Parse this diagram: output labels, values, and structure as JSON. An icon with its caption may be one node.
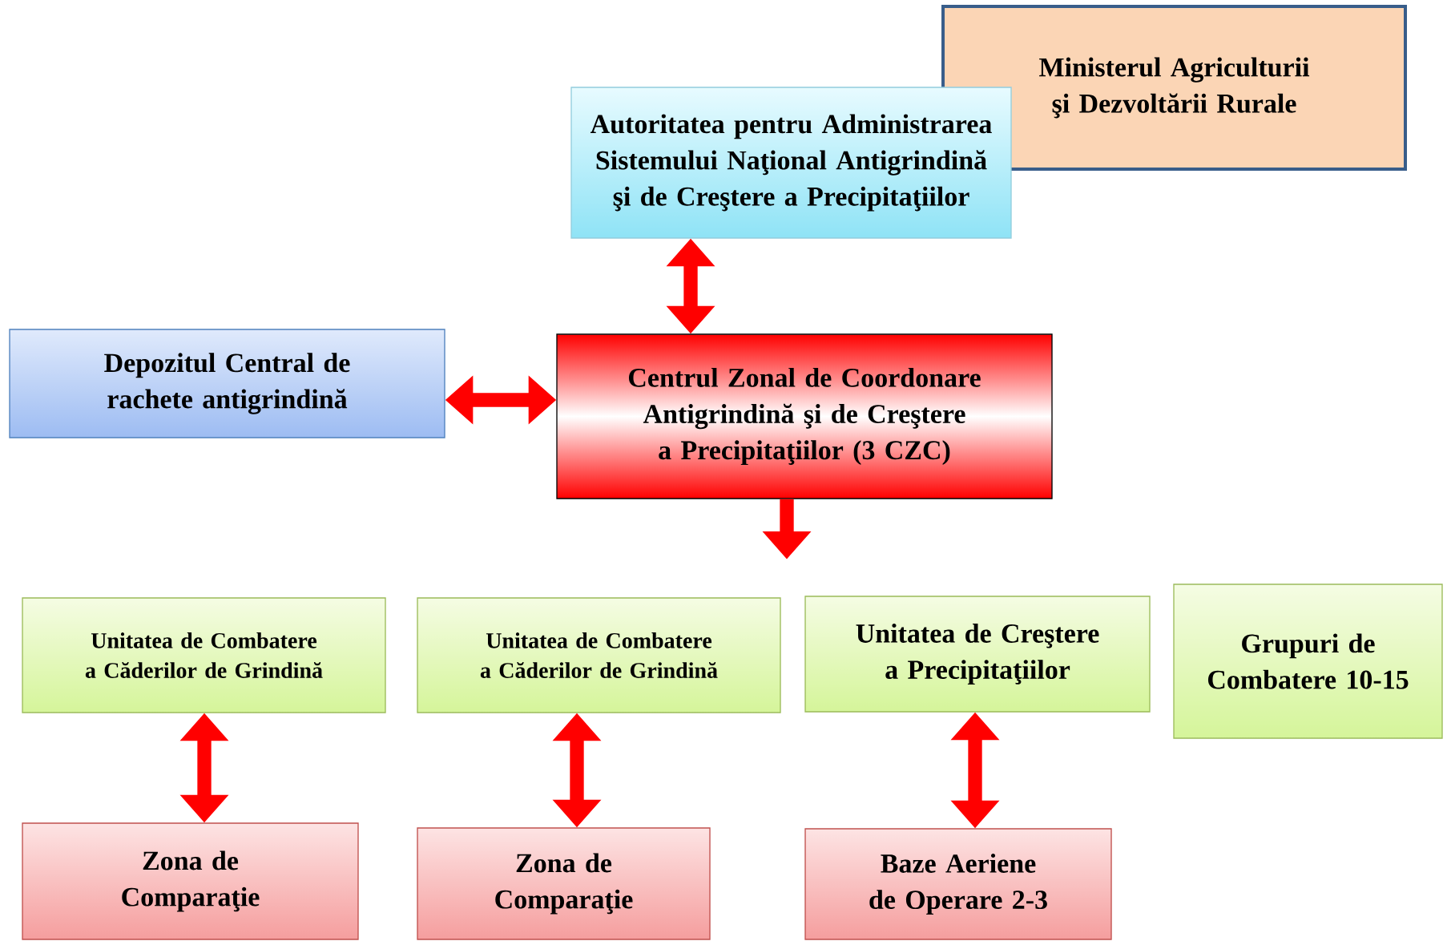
{
  "diagram": {
    "nodes": [
      {
        "text": [
          "Ministerul Agriculturii şi Dezvoltării Rurale"
        ]
      },
      {
        "text": [
          "Autoritatea pentru Administrarea Sistemului Naţional Antigrindină şi de Creştere a Precipitaţiilor"
        ]
      },
      {
        "text": [
          "Depozitul Central de rachete antigrindină"
        ]
      },
      {
        "text": [
          "Centrul Zonal de Coordonare Antigrindină şi de Creştere a Precipitaţiilor (3 CZC)"
        ]
      },
      {
        "text": [
          "Unitatea de Combatere a Căderilor de Grindină"
        ]
      },
      {
        "text": [
          "Unitatea de Combatere a Căderilor de Grindină"
        ]
      },
      {
        "text": [
          "Unitatea de Creştere a Precipitaţiilor"
        ]
      },
      {
        "text": [
          "Grupuri de Combatere 10-15"
        ]
      },
      {
        "text": [
          "Zona de Comparaţie"
        ]
      },
      {
        "text": [
          "Zona de Comparaţie"
        ]
      },
      {
        "text": [
          "Baze Aeriene de Operare 2-3"
        ]
      }
    ],
    "edges": [
      {
        "from": 1,
        "to": 3,
        "arrow": "both"
      },
      {
        "from": 2,
        "to": 3,
        "arrow": "both"
      },
      {
        "from": 3,
        "to": null,
        "arrow": "to"
      },
      {
        "from": 4,
        "to": 8,
        "arrow": "both"
      },
      {
        "from": 5,
        "to": 9,
        "arrow": "both"
      },
      {
        "from": 6,
        "to": 10,
        "arrow": "both"
      }
    ]
  }
}
